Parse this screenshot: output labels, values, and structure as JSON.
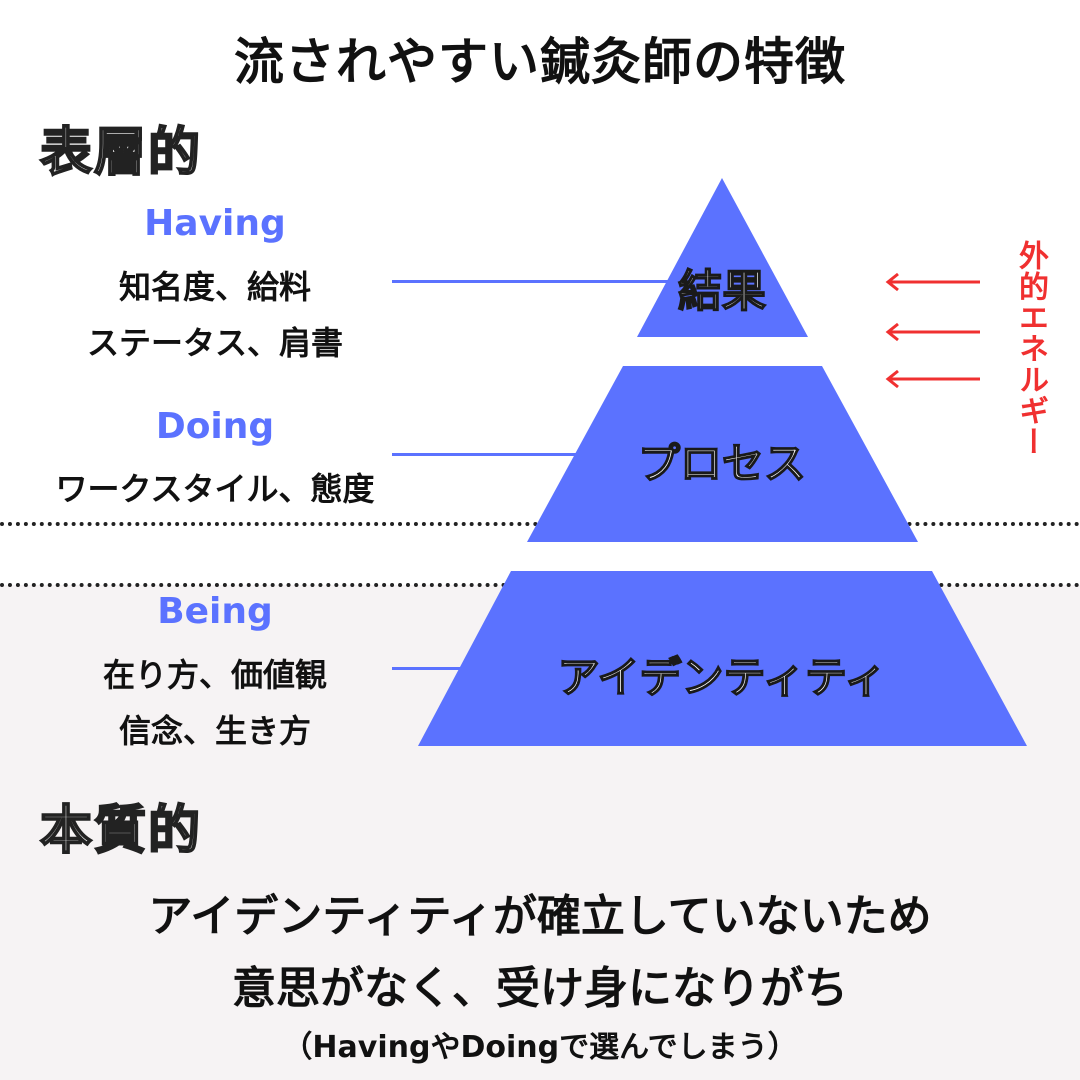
{
  "title": "流されやすい鍼灸師の特徴",
  "labels": {
    "surface": "表層的",
    "essential": "本質的"
  },
  "sections": {
    "having": {
      "heading": "Having",
      "lines": [
        "知名度、給料",
        "ステータス、肩書"
      ]
    },
    "doing": {
      "heading": "Doing",
      "lines": [
        "ワークスタイル、態度"
      ]
    },
    "being": {
      "heading": "Being",
      "lines": [
        "在り方、価値観",
        "信念、生き方"
      ]
    }
  },
  "pyramid": {
    "top": "結果",
    "middle": "プロセス",
    "bottom": "アイデンティティ"
  },
  "external_energy": "外的エネルギー",
  "conclusion": {
    "line1": "アイデンティティが確立していないため",
    "line2": "意思がなく、受け身になりがち",
    "note": "（HavingやDoingで選んでしまう）"
  },
  "colors": {
    "accent": "#5b72ff",
    "arrow": "#f03030",
    "text": "#111111",
    "lower_bg": "#f6f3f4"
  }
}
